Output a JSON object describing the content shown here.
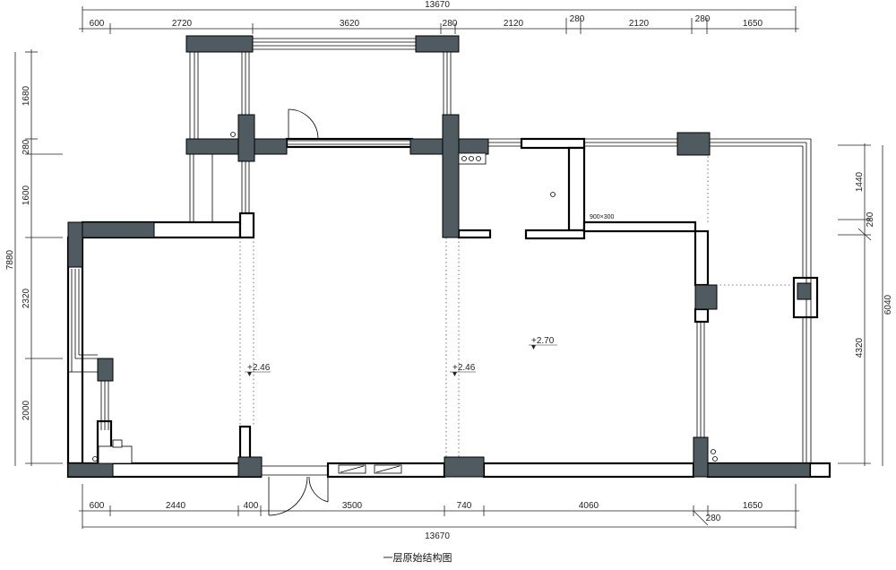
{
  "plan": {
    "title": "一层原始结构图",
    "top_dims": {
      "total": "13670",
      "segments": [
        "600",
        "2720",
        "3620",
        "280",
        "2120",
        "280",
        "2120",
        "280",
        "1650"
      ]
    },
    "bottom_dims": {
      "total": "13670",
      "segments": [
        "600",
        "2440",
        "400",
        "3500",
        "740",
        "4060",
        "280",
        "1650"
      ]
    },
    "left_dims": {
      "total": "7880",
      "segments": [
        "1680",
        "280",
        "1600",
        "2320",
        "2000"
      ]
    },
    "right_dims": {
      "total": "6040",
      "segments": [
        "1440",
        "280",
        "4320"
      ]
    },
    "levels": [
      "+2.46",
      "+2.46",
      "+2.70"
    ],
    "beam_note": "900×300",
    "colors": {
      "column": "#505a61",
      "wall": "#000000",
      "background": "#ffffff"
    }
  }
}
